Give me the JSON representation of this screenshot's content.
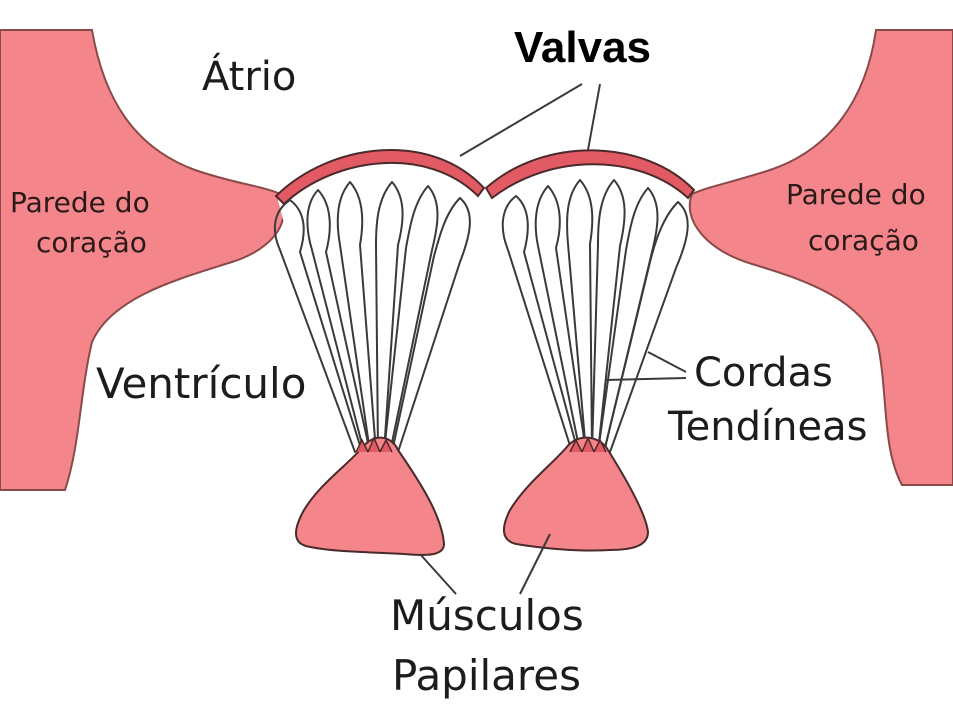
{
  "labels": {
    "valvas": "Valvas",
    "atrio": "Átrio",
    "parede_left_1": "Parede do",
    "parede_left_2": "coração",
    "parede_right_1": "Parede do",
    "parede_right_2": "coração",
    "ventriculo": "Ventrículo",
    "cordas_1": "Cordas",
    "cordas_2": "Tendíneas",
    "musculos_1": "Músculos",
    "musculos_2": "Papilares"
  },
  "colors": {
    "tissue": "#f4858a",
    "tissue_stroke": "#8a4a4a",
    "valve": "#e25a64",
    "line": "#3a3a3a",
    "text": "#1c1c1c"
  }
}
